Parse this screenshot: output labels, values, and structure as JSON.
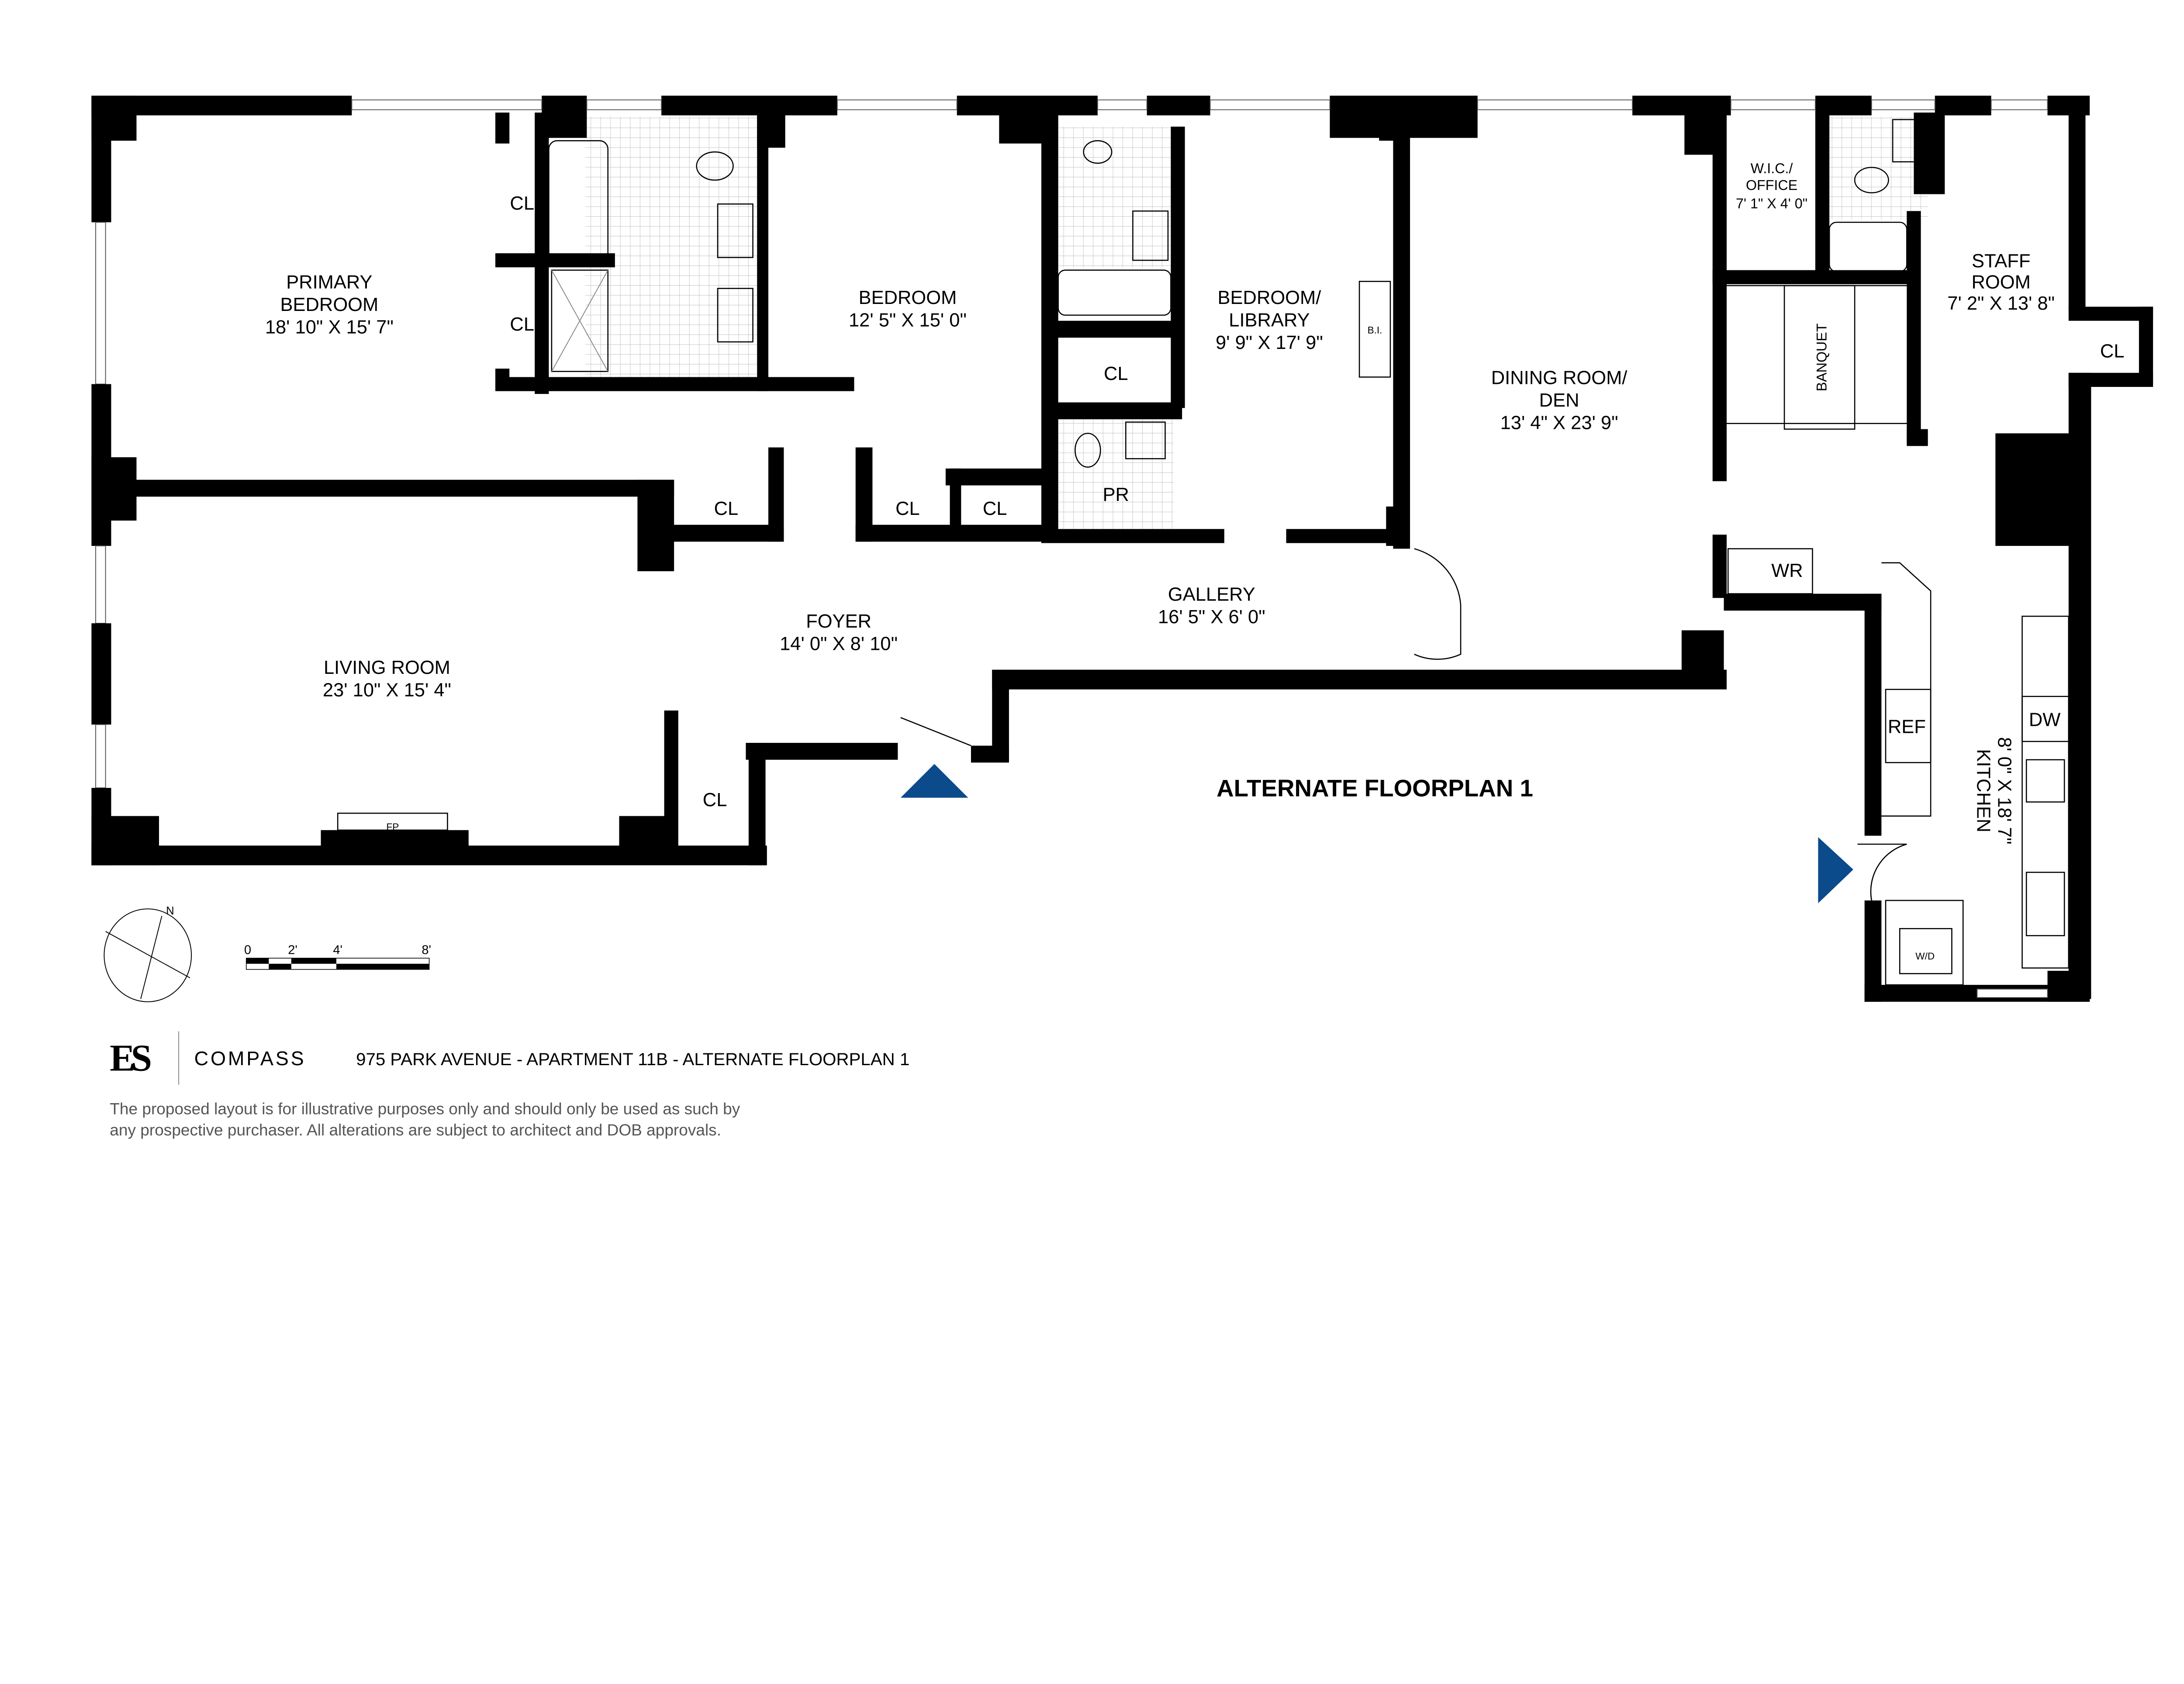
{
  "plan_title": "ALTERNATE FLOORPLAN 1",
  "accent_color": "#0B4A8B",
  "rooms": {
    "primary_bedroom": {
      "name_line1": "PRIMARY",
      "name_line2": "BEDROOM",
      "size": "18' 10\" X 15' 7\""
    },
    "bedroom": {
      "name": "BEDROOM",
      "size": "12' 5\" X 15' 0\""
    },
    "bedroom_library": {
      "name_line1": "BEDROOM/",
      "name_line2": "LIBRARY",
      "size": "9' 9\" X 17' 9\""
    },
    "dining_den": {
      "name_line1": "DINING ROOM/",
      "name_line2": "DEN",
      "size": "13' 4\" X 23' 9\""
    },
    "wic_office": {
      "name_line1": "W.I.C./",
      "name_line2": "OFFICE",
      "size": "7' 1\" X 4' 0\""
    },
    "staff_room": {
      "name_line1": "STAFF",
      "name_line2": "ROOM",
      "size": "7' 2\" X 13' 8\""
    },
    "living_room": {
      "name": "LIVING ROOM",
      "size": "23' 10\" X 15' 4\""
    },
    "foyer": {
      "name": "FOYER",
      "size": "14' 0\" X 8' 10\""
    },
    "gallery": {
      "name": "GALLERY",
      "size": "16' 5\" X 6' 0\""
    },
    "kitchen": {
      "name": "KITCHEN",
      "size": "8' 0\" X 18' 7\""
    }
  },
  "labels": {
    "closet": "CL",
    "powder_room": "PR",
    "built_in": "B.I.",
    "banquet": "BANQUET",
    "wine_refrigerator": "WR",
    "refrigerator": "REF",
    "dishwasher": "DW",
    "washer_dryer": "W/D",
    "fireplace": "FP"
  },
  "compass": {
    "north": "N"
  },
  "scale": {
    "ticks": [
      "0",
      "2'",
      "4'",
      "8'"
    ]
  },
  "footer": {
    "logo_es": "ES",
    "logo_compass": "COMPASS",
    "address": "975 PARK AVENUE - APARTMENT 11B - ALTERNATE FLOORPLAN 1",
    "disclaimer_line1": "The proposed layout is for illustrative purposes only and should only be used as such by",
    "disclaimer_line2": "any prospective purchaser. All alterations are subject to architect and DOB approvals."
  }
}
